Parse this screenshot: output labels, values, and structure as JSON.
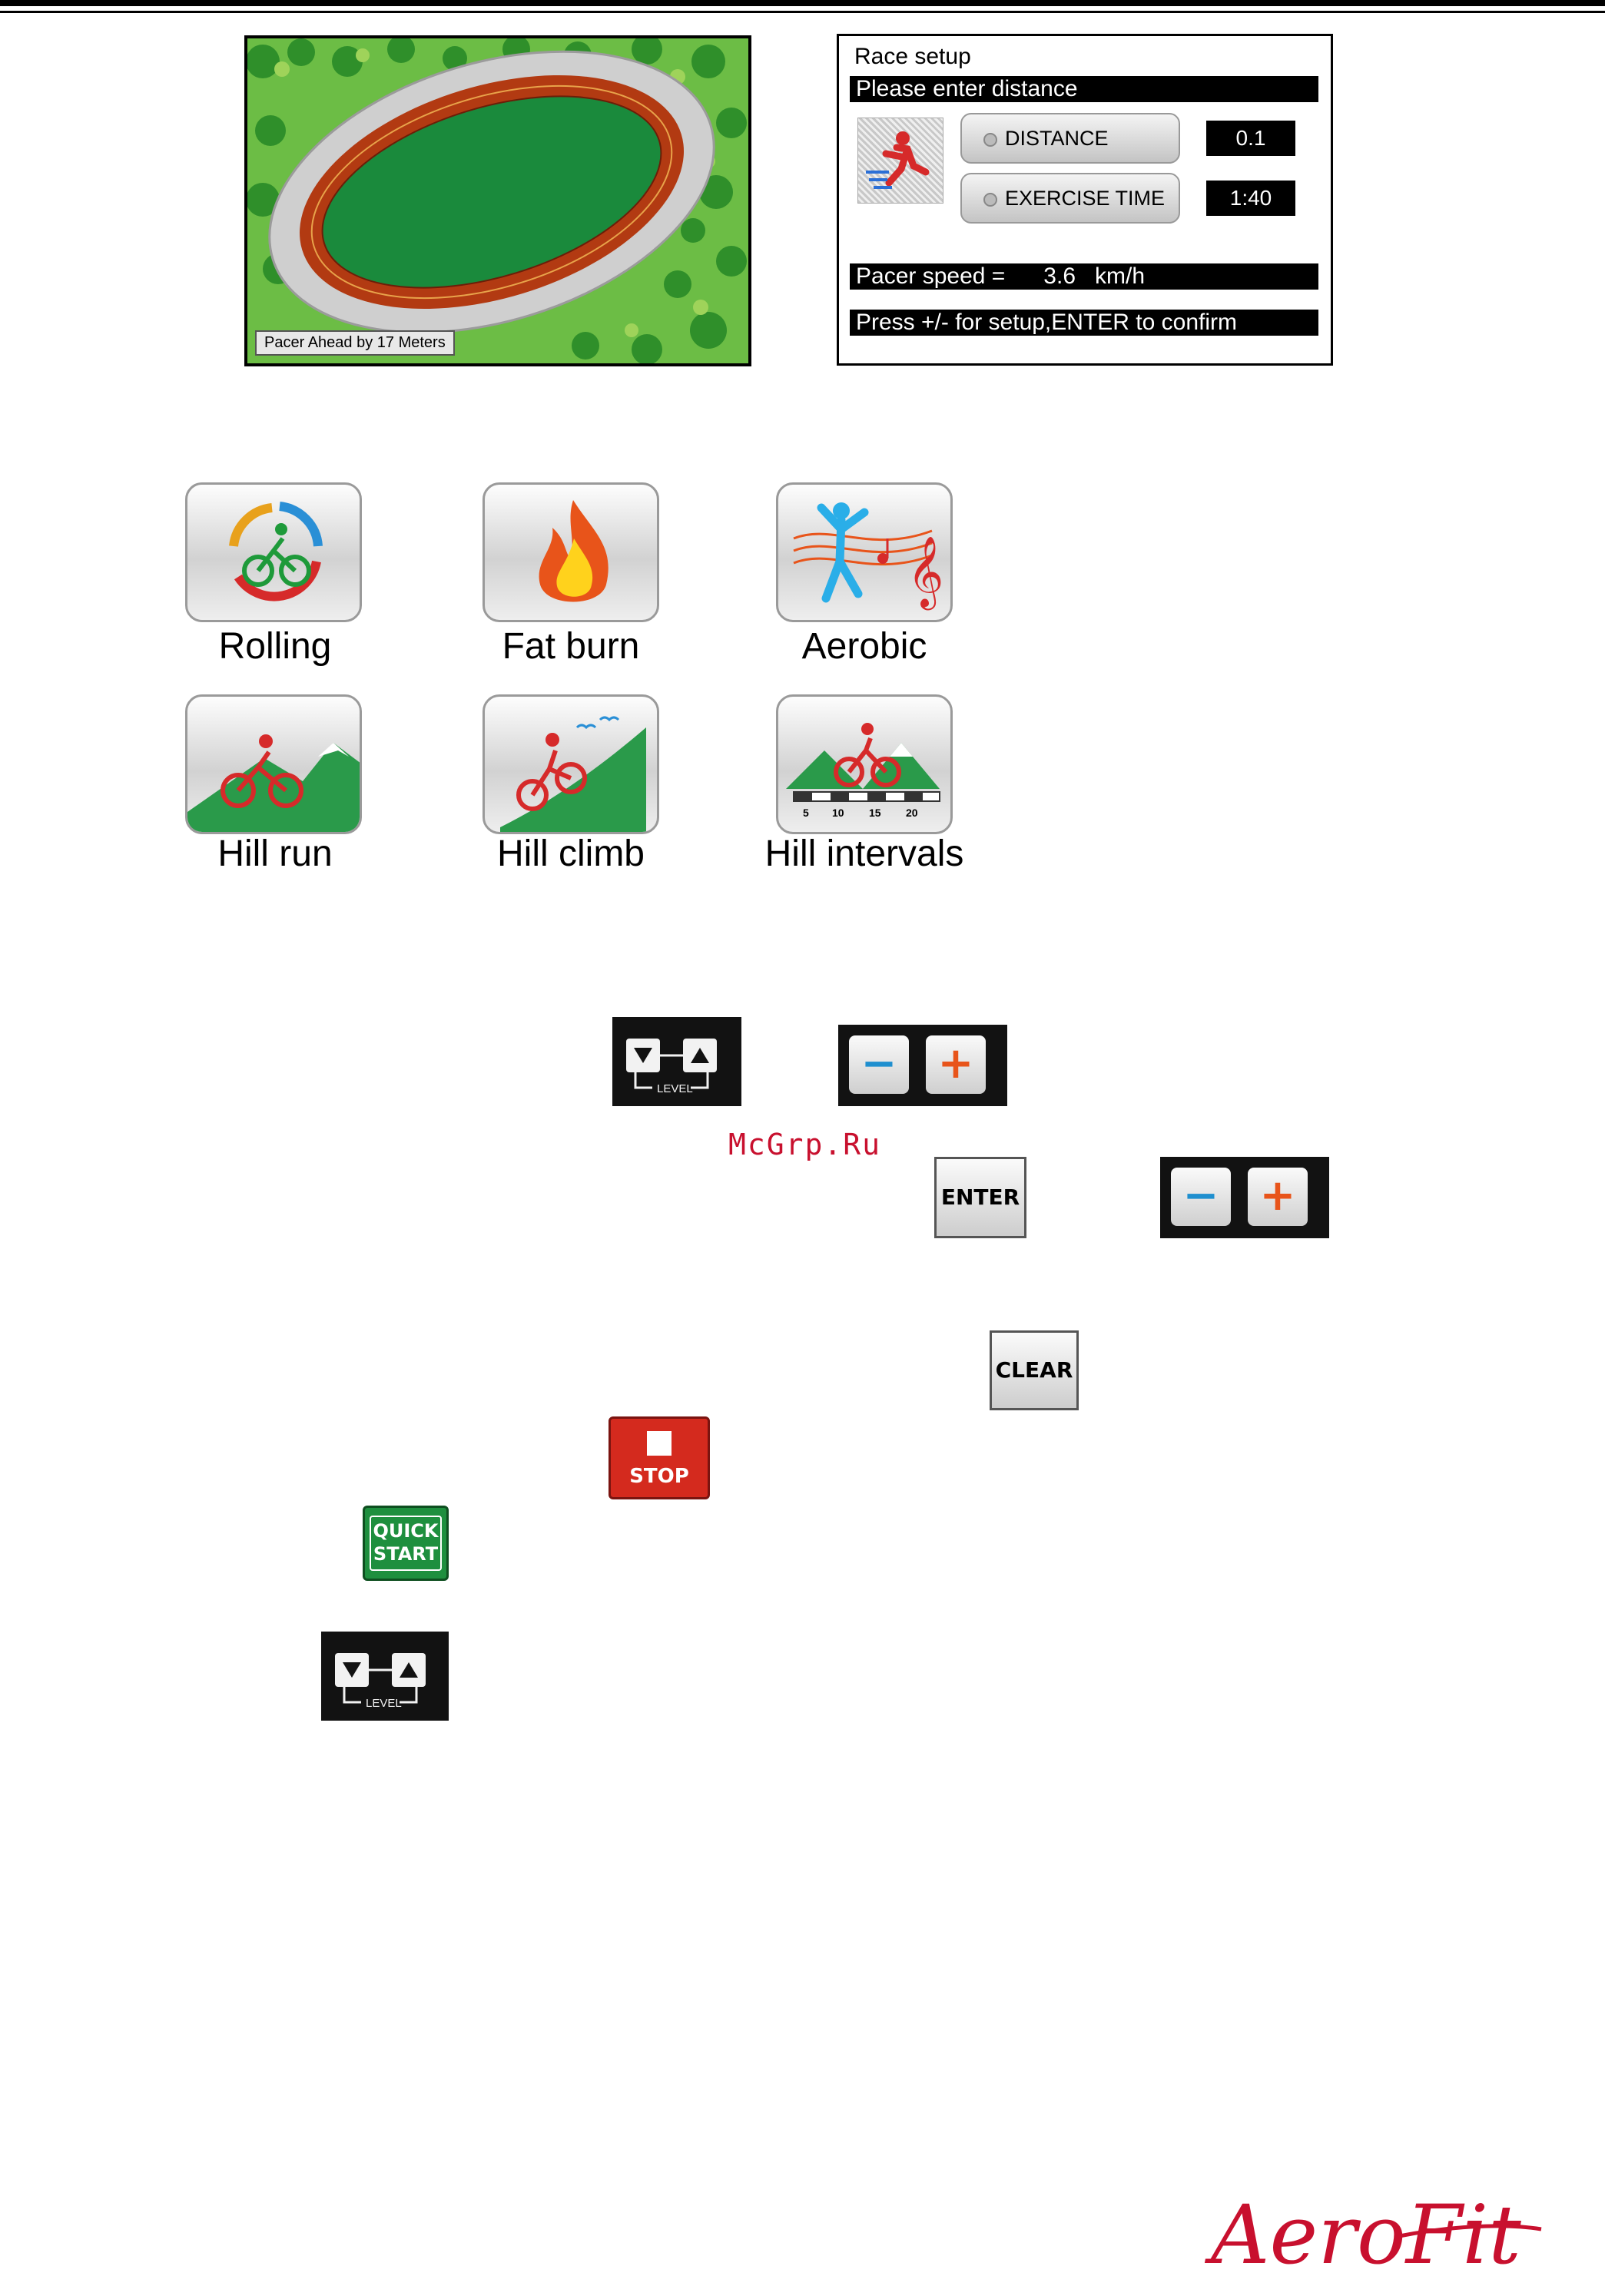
{
  "race_track": {
    "pacer_label": "Pacer Ahead by  17 Meters"
  },
  "race_setup": {
    "title": "Race setup",
    "prompt": "Please enter distance",
    "distance_label": "DISTANCE",
    "distance_value": "0.1",
    "exercise_time_label": "EXERCISE TIME",
    "exercise_time_value": "1:40",
    "pacer_speed_line": "Pacer speed =      3.6   km/h",
    "instruction": "Press +/- for setup,ENTER to confirm"
  },
  "programs": [
    {
      "label": "Rolling",
      "icon": "rolling-cycle-icon"
    },
    {
      "label": "Fat burn",
      "icon": "flame-icon"
    },
    {
      "label": "Aerobic",
      "icon": "music-dancer-icon"
    },
    {
      "label": "Hill run",
      "icon": "hill-cyclist-icon"
    },
    {
      "label": "Hill climb",
      "icon": "steep-hill-cyclist-icon"
    },
    {
      "label": "Hill intervals",
      "icon": "interval-hills-icon"
    }
  ],
  "interval_marks": [
    "5",
    "10",
    "15",
    "20"
  ],
  "keys": {
    "level_label": "LEVEL",
    "minus": "−",
    "plus": "+",
    "enter": "ENTER",
    "clear": "CLEAR",
    "stop": "STOP",
    "quick": "QUICK",
    "start": "START"
  },
  "watermark": "McGrp.Ru",
  "brand": "AeroFit",
  "colors": {
    "track_grass": "#1a8a3c",
    "track_lane": "#b23a12",
    "stop_red": "#d42a1e",
    "quick_start_green": "#1e8f3e",
    "plus_orange": "#e8541a",
    "minus_blue": "#1f8fcf",
    "brand_red": "#c8102e"
  }
}
